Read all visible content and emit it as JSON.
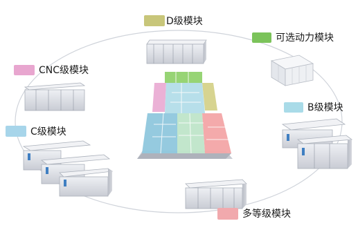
{
  "modules": [
    {
      "key": "d",
      "label": "D级模块",
      "color": "#c8c67a"
    },
    {
      "key": "power",
      "label": "可选动力模块",
      "color": "#7bc35a"
    },
    {
      "key": "cnc",
      "label": "CNC级模块",
      "color": "#e8a6cf"
    },
    {
      "key": "b",
      "label": "B级模块",
      "color": "#a9dbe8"
    },
    {
      "key": "c",
      "label": "C级模块",
      "color": "#a7d5ea"
    },
    {
      "key": "multi",
      "label": "多等级模块",
      "color": "#f1a9ad"
    }
  ]
}
